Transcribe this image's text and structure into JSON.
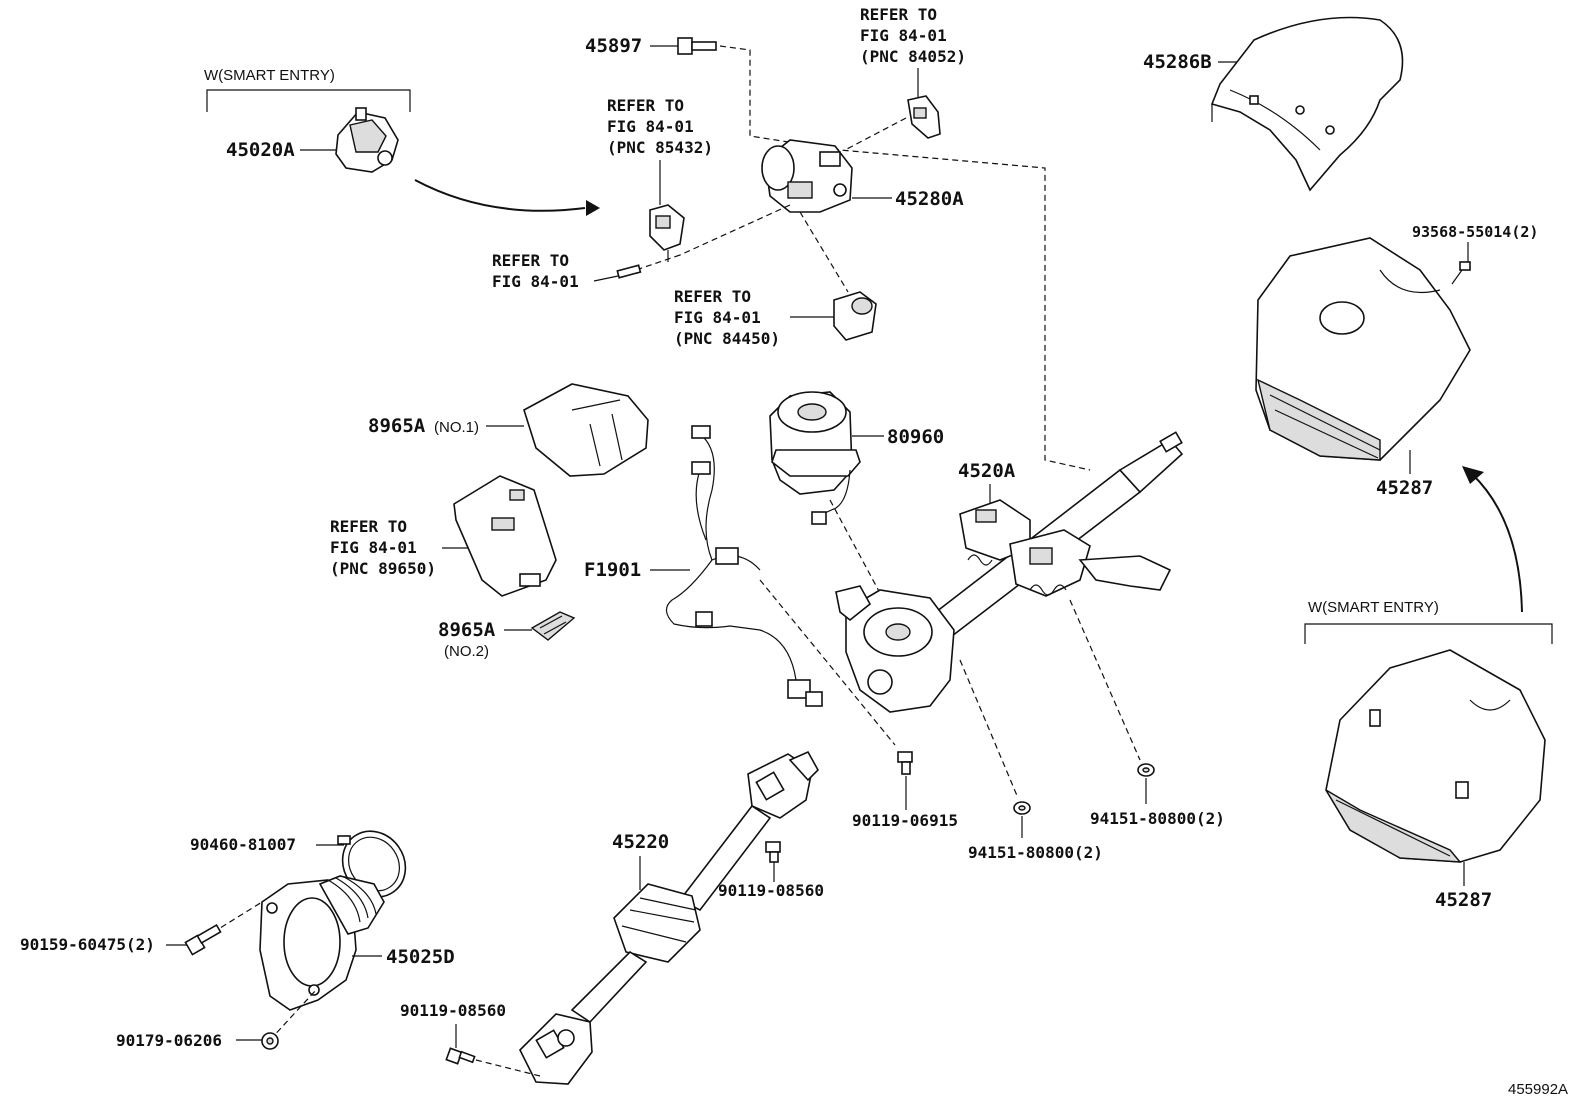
{
  "labels": {
    "smart_entry_left": "W(SMART ENTRY)",
    "p45020A": "45020A",
    "p45897": "45897",
    "refer_84052": [
      "REFER TO",
      "FIG 84-01",
      "(PNC 84052)"
    ],
    "refer_85432": [
      "REFER TO",
      "FIG 84-01",
      "(PNC 85432)"
    ],
    "p45280A": "45280A",
    "refer_fig_only": [
      "REFER TO",
      "FIG 84-01"
    ],
    "refer_84450": [
      "REFER TO",
      "FIG 84-01",
      "(PNC 84450)"
    ],
    "p45286B": "45286B",
    "p93568": "93568-55014(2)",
    "p45287_top": "45287",
    "smart_entry_right": "W(SMART ENTRY)",
    "p45287_bottom": "45287",
    "p8965A_no1_code": "8965A",
    "p8965A_no1_suffix": "(NO.1)",
    "p80960": "80960",
    "p4520A": "4520A",
    "refer_89650": [
      "REFER TO",
      "FIG 84-01",
      "(PNC 89650)"
    ],
    "pF1901": "F1901",
    "p8965A_no2_code": "8965A",
    "p8965A_no2_suffix": "(NO.2)",
    "p90119_06915": "90119-06915",
    "p94151_a": "94151-80800(2)",
    "p94151_b": "94151-80800(2)",
    "p90460": "90460-81007",
    "p45220": "45220",
    "p90119_08560_a": "90119-08560",
    "p90159": "90159-60475(2)",
    "p45025D": "45025D",
    "p90179": "90179-06206",
    "p90119_08560_b": "90119-08560",
    "figure_id": "455992A"
  }
}
